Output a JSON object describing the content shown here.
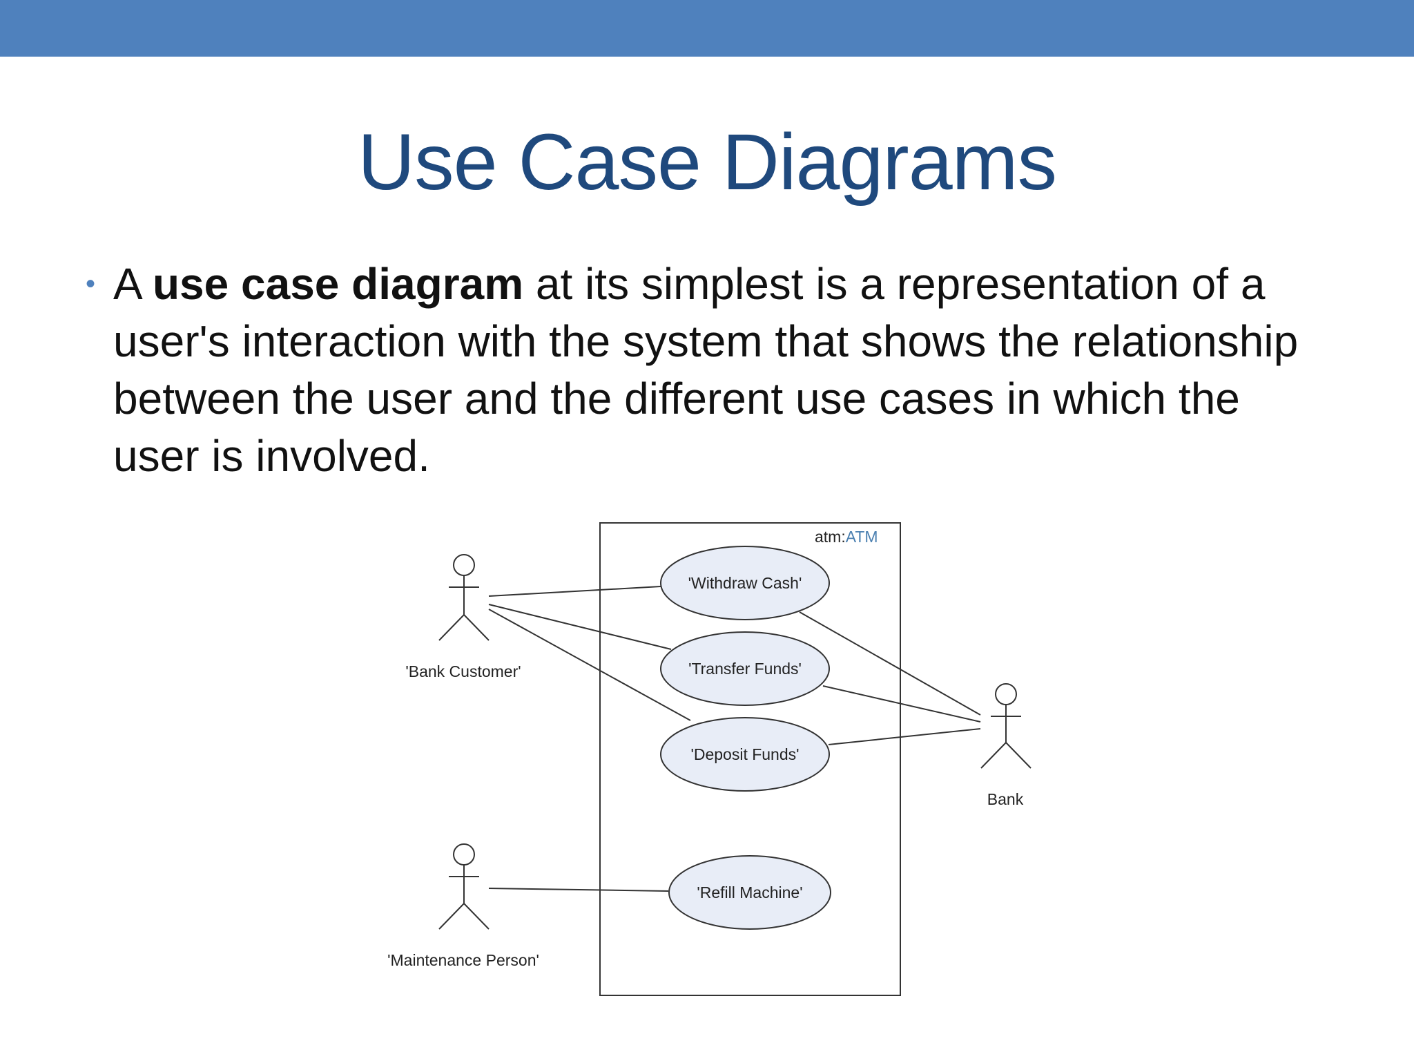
{
  "slide": {
    "title": "Use Case Diagrams",
    "bullet": {
      "prefix": "A ",
      "bold": "use case diagram",
      "suffix": " at its simplest is a representation of a user's interaction with the system that shows the relationship between the user and the different use cases in which the user is involved."
    }
  },
  "diagram": {
    "system_label_prefix": "atm:",
    "system_label_name": "ATM",
    "actors": {
      "bank_customer": "'Bank Customer'",
      "bank": "Bank",
      "maintenance_person": "'Maintenance Person'"
    },
    "use_cases": {
      "withdraw_cash": "'Withdraw Cash'",
      "transfer_funds": "'Transfer Funds'",
      "deposit_funds": "'Deposit Funds'",
      "refill_machine": "'Refill Machine'"
    }
  },
  "colors": {
    "top_bar": "#4f81bd",
    "title": "#1f497d",
    "ellipse_fill": "#e8edf7"
  }
}
